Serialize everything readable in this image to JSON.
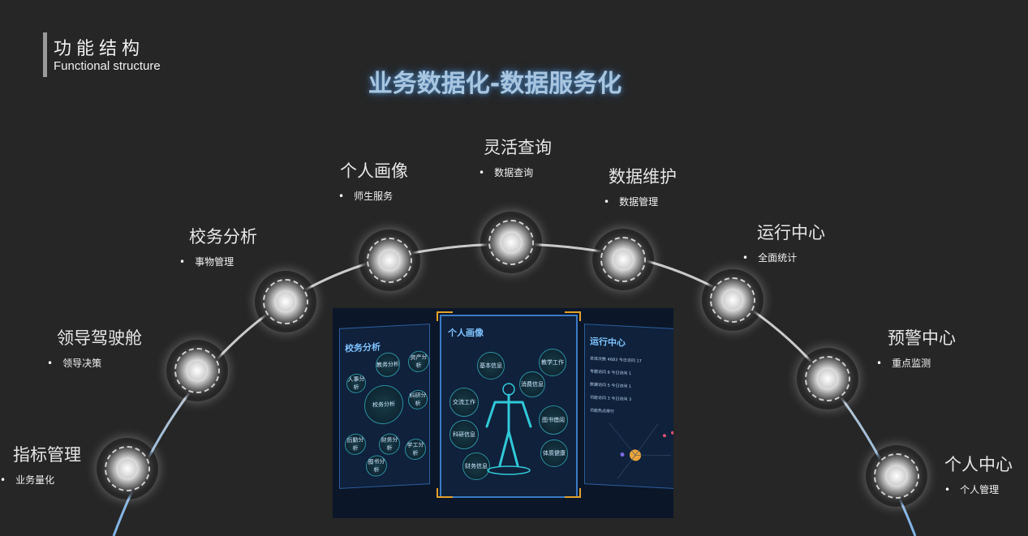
{
  "header": {
    "title_cn": "功能结构",
    "title_en": "Functional structure"
  },
  "main_title": "业务数据化-数据服务化",
  "nodes": [
    {
      "name": "指标管理",
      "sub": "业务量化"
    },
    {
      "name": "领导驾驶舱",
      "sub": "领导决策"
    },
    {
      "name": "校务分析",
      "sub": "事物管理"
    },
    {
      "name": "个人画像",
      "sub": "师生服务"
    },
    {
      "name": "灵活查询",
      "sub": "数据查询"
    },
    {
      "name": "数据维护",
      "sub": "数据管理"
    },
    {
      "name": "运行中心",
      "sub": "全面统计"
    },
    {
      "name": "预警中心",
      "sub": "重点监测"
    },
    {
      "name": "个人中心",
      "sub": "个人管理"
    }
  ],
  "dashboard": {
    "left_title": "校务分析",
    "left_bubbles": [
      "人事分析",
      "教务分析",
      "资产分析",
      "校务分析",
      "科研分析",
      "后勤分析",
      "财务分析",
      "学工分析",
      "图书分析"
    ],
    "mid_title": "个人画像",
    "mid_bubbles": [
      "基本信息",
      "教学工作",
      "消费信息",
      "交流工作",
      "图书借阅",
      "科研信息",
      "体质健康",
      "财务信息"
    ],
    "right_title": "运行中心",
    "right_stats": [
      "总体次数 4683 今日访问 17",
      "专题访问 8 今日访问 1",
      "数据访问 5 今日访问 1",
      "功能访问 3 今日访问 3",
      "功能热点排行"
    ]
  },
  "colors": {
    "background": "#262626",
    "title_glow": "#a9c6e0",
    "arc": "#bdbdbd",
    "arc_end": "#7fb3e6",
    "dashboard_bg": "#0b1628",
    "accent": "#e3a22a"
  }
}
